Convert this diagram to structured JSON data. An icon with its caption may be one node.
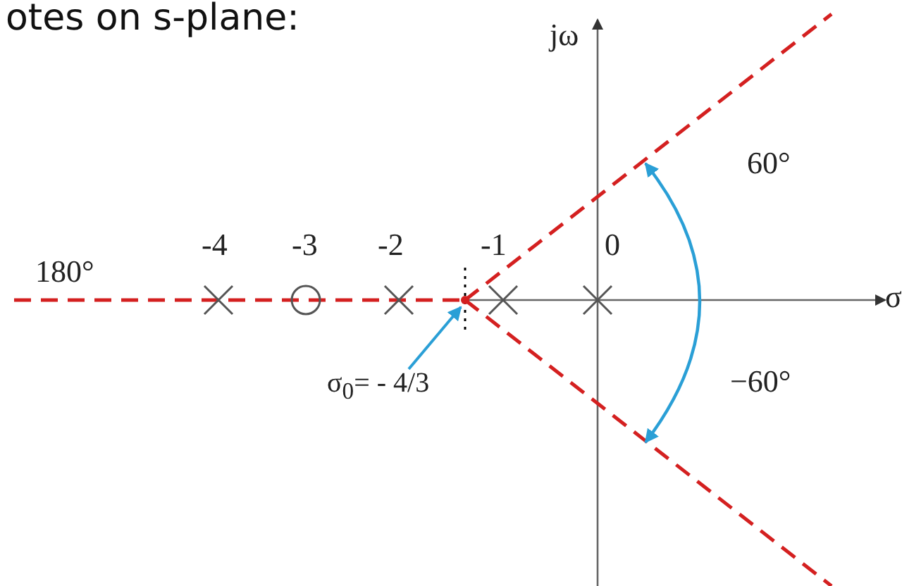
{
  "diagram": {
    "title": "otes on s-plane:",
    "nodes": [
      {
        "text": [
          "σ$_{0}$= - 4/3"
        ]
      },
      {
        "text": [],
        "shape": "point"
      }
    ],
    "edges": [
      {
        "from": 0,
        "to": 1,
        "arrow": "to"
      }
    ],
    "labels": [
      "jω",
      "σ",
      "180°",
      "-4",
      "-3",
      "-2",
      "-1",
      "0",
      "60°",
      "−60°"
    ]
  }
}
